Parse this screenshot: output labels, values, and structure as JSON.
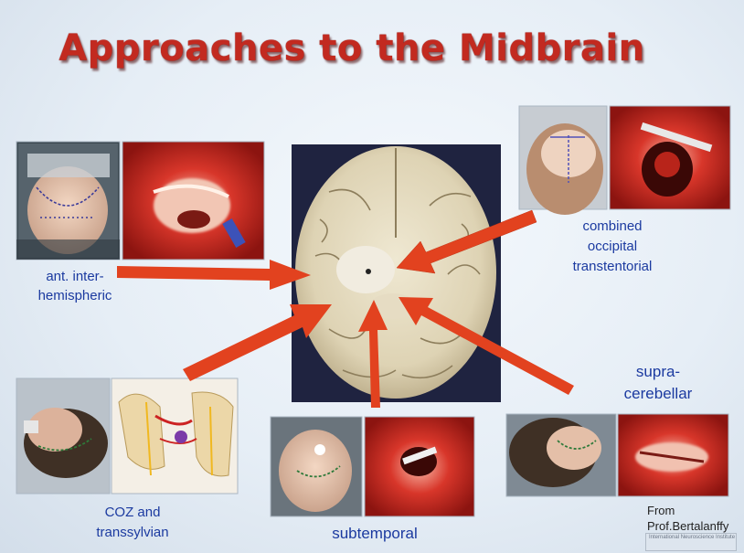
{
  "title": "Approaches to the Midbrain",
  "labels": {
    "ant_inter": "ant. inter-",
    "hemispheric": "hemispheric",
    "combined": "combined",
    "occipital": "occipital",
    "transtentorial": "transtentorial",
    "supra": "supra-",
    "cerebellar": "cerebellar",
    "coz": "COZ and",
    "transsylvian": "transsylvian",
    "subtemporal": "subtemporal"
  },
  "credit": {
    "line1": "From",
    "line2": "Prof.Bertalanffy"
  },
  "logo_text": "International Neuroscience Institute",
  "colors": {
    "title": "#c22a20",
    "label": "#1b3aa0",
    "arrow": "#e2421f"
  }
}
